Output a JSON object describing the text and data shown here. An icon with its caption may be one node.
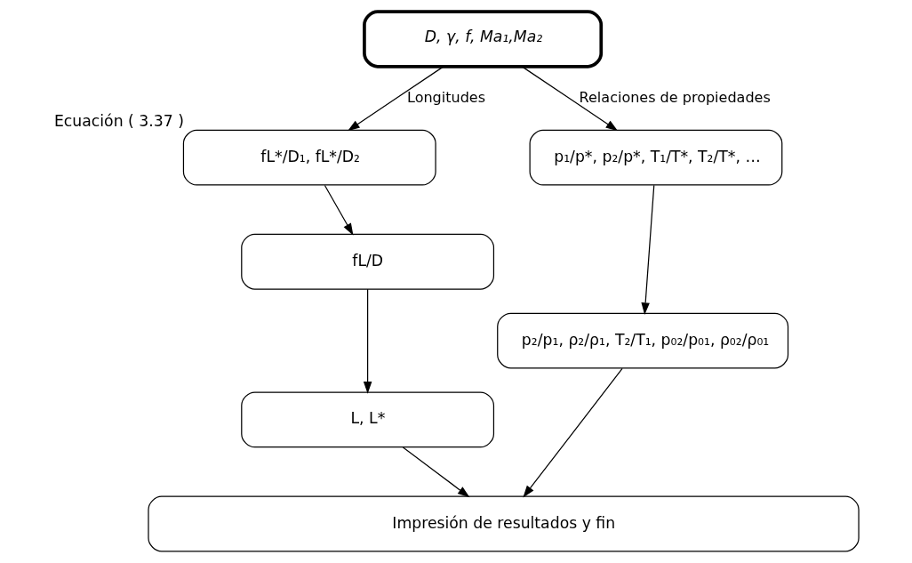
{
  "diagram": {
    "nodes": [
      {
        "text": [
          "D, γ, f, Ma₁,Ma₂"
        ]
      },
      {
        "text": [
          "fL*/D₁, fL*/D₂"
        ],
        "beside": [
          "Ecuación ( 3.37 )"
        ]
      },
      {
        "text": [
          "fL/D"
        ]
      },
      {
        "text": [
          "L, L*"
        ]
      },
      {
        "text": [
          "p₁/p*, p₂/p*, T₁/T*, T₂/T*, …"
        ]
      },
      {
        "text": [
          "p₂/p₁, ρ₂/ρ₁, T₂/T₁, p₀₂/p₀₁, ρ₀₂/ρ₀₁"
        ]
      },
      {
        "text": [
          "Impresión de resultados y fin"
        ]
      }
    ],
    "edges": [
      {
        "from": 0,
        "to": 1,
        "arrow": "to",
        "label": "Longitudes"
      },
      {
        "from": 1,
        "to": 2,
        "arrow": "to"
      },
      {
        "from": 2,
        "to": 3,
        "arrow": "to"
      },
      {
        "from": 3,
        "to": 6,
        "arrow": "to"
      },
      {
        "from": 0,
        "to": 4,
        "arrow": "to",
        "label": "Relaciones de propiedades"
      },
      {
        "from": 4,
        "to": 5,
        "arrow": "to"
      },
      {
        "from": 5,
        "to": 6,
        "arrow": "to"
      }
    ]
  }
}
